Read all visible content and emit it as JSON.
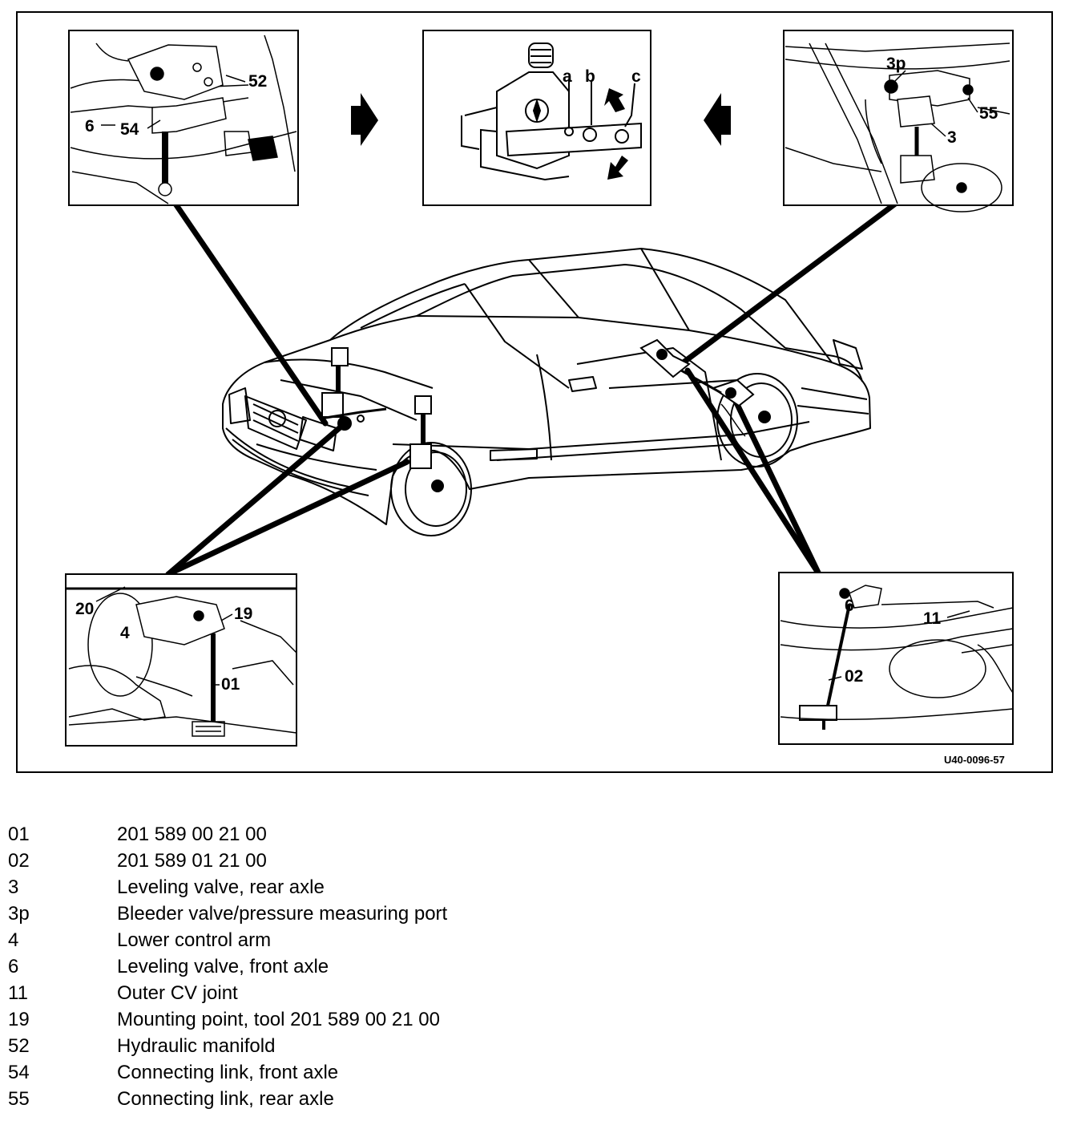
{
  "figure": {
    "figure_code": "U40-0096-57",
    "panels": {
      "front_valve": {
        "labels": [
          "52",
          "6",
          "54"
        ]
      },
      "valve_detail": {
        "labels": [
          "a",
          "b",
          "c"
        ]
      },
      "rear_valve": {
        "labels": [
          "3p",
          "55",
          "3"
        ]
      },
      "front_tool": {
        "labels": [
          "20",
          "19",
          "4",
          "01"
        ]
      },
      "rear_tool": {
        "labels": [
          "6",
          "11",
          "02"
        ]
      }
    }
  },
  "legend": [
    {
      "key": "01",
      "desc": "201 589 00 21 00"
    },
    {
      "key": "02",
      "desc": "201 589 01 21 00"
    },
    {
      "key": "3",
      "desc": "Leveling valve, rear axle"
    },
    {
      "key": "3p",
      "desc": "Bleeder valve/pressure measuring port"
    },
    {
      "key": "4",
      "desc": "Lower control arm"
    },
    {
      "key": "6",
      "desc": "Leveling valve, front axle"
    },
    {
      "key": "11",
      "desc": "Outer CV joint"
    },
    {
      "key": "19",
      "desc": "Mounting point, tool 201 589 00 21 00"
    },
    {
      "key": "52",
      "desc": "Hydraulic manifold"
    },
    {
      "key": "54",
      "desc": "Connecting link, front axle"
    },
    {
      "key": "55",
      "desc": "Connecting link, rear axle"
    }
  ]
}
